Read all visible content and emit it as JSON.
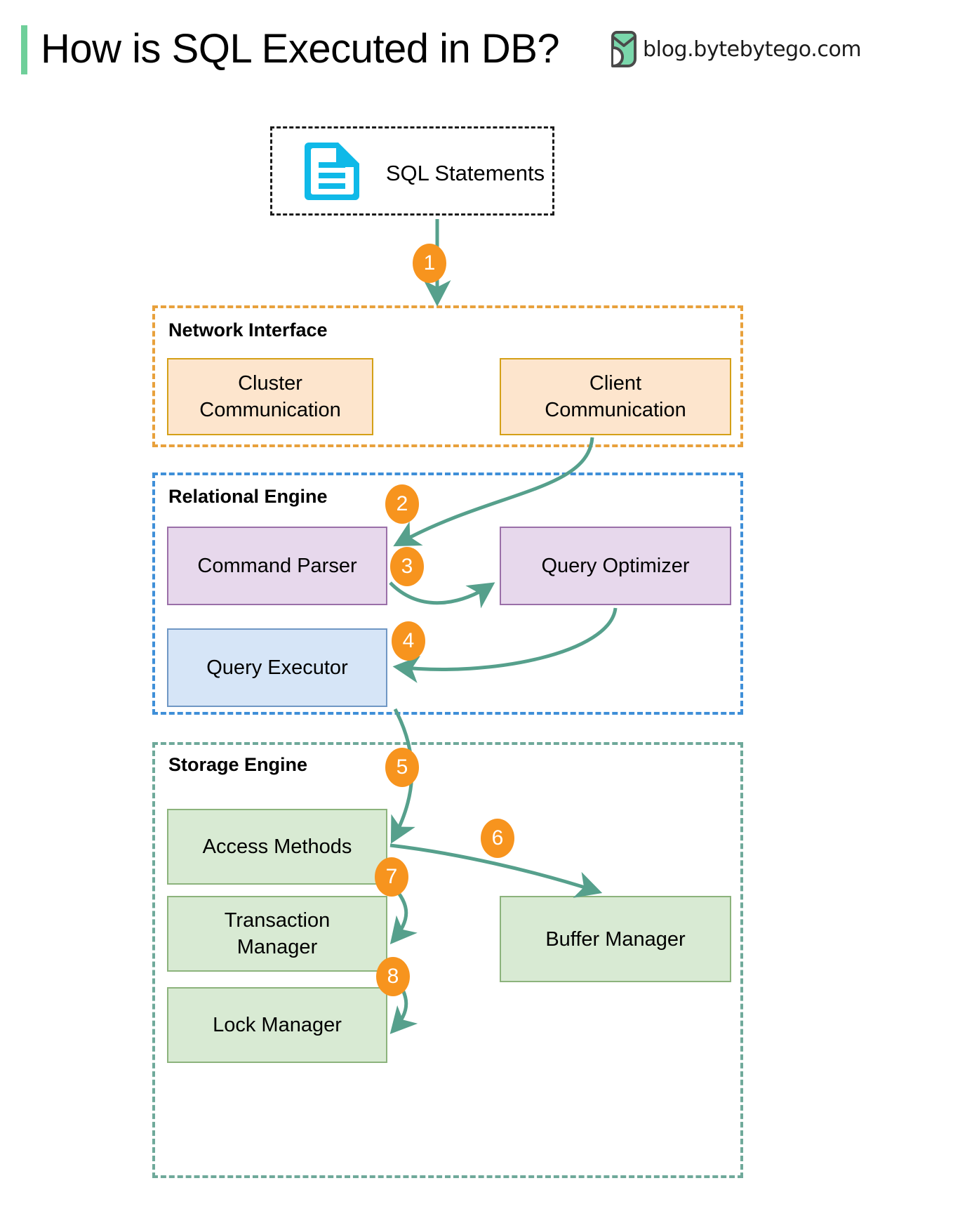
{
  "header": {
    "title": "How is SQL Executed in DB?",
    "brand_text": "blog.bytebytego.com",
    "accent_bar_color": "#6fcf9a",
    "logo_color": "#7ad7ab"
  },
  "source": {
    "label": "SQL Statements",
    "icon": "document-icon",
    "icon_color": "#0fb9e8"
  },
  "groups": [
    {
      "id": "network-interface",
      "title": "Network Interface",
      "border_color": "#e8a13c",
      "nodes": [
        {
          "id": "cluster-communication",
          "label": "Cluster\nCommunication",
          "fill": "#fde5cd",
          "stroke": "#d4a017"
        },
        {
          "id": "client-communication",
          "label": "Client\nCommunication",
          "fill": "#fde5cd",
          "stroke": "#d4a017"
        }
      ]
    },
    {
      "id": "relational-engine",
      "title": "Relational Engine",
      "border_color": "#3f8fd8",
      "nodes": [
        {
          "id": "command-parser",
          "label": "Command Parser",
          "fill": "#e7d8ec",
          "stroke": "#9a6fa8"
        },
        {
          "id": "query-optimizer",
          "label": "Query Optimizer",
          "fill": "#e7d8ec",
          "stroke": "#9a6fa8"
        },
        {
          "id": "query-executor",
          "label": "Query Executor",
          "fill": "#d6e5f7",
          "stroke": "#6f97c4"
        }
      ]
    },
    {
      "id": "storage-engine",
      "title": "Storage Engine",
      "border_color": "#6fa99a",
      "nodes": [
        {
          "id": "access-methods",
          "label": "Access Methods",
          "fill": "#d8ead3",
          "stroke": "#8cb37c"
        },
        {
          "id": "transaction-manager",
          "label": "Transaction\nManager",
          "fill": "#d8ead3",
          "stroke": "#8cb37c"
        },
        {
          "id": "lock-manager",
          "label": "Lock Manager",
          "fill": "#d8ead3",
          "stroke": "#8cb37c"
        },
        {
          "id": "buffer-manager",
          "label": "Buffer Manager",
          "fill": "#d8ead3",
          "stroke": "#8cb37c"
        }
      ]
    }
  ],
  "steps": [
    {
      "n": "1",
      "from": "sql-statements",
      "to": "network-interface"
    },
    {
      "n": "2",
      "from": "client-communication",
      "to": "command-parser"
    },
    {
      "n": "3",
      "from": "command-parser",
      "to": "query-optimizer"
    },
    {
      "n": "4",
      "from": "query-optimizer",
      "to": "query-executor"
    },
    {
      "n": "5",
      "from": "query-executor",
      "to": "access-methods"
    },
    {
      "n": "6",
      "from": "access-methods",
      "to": "buffer-manager"
    },
    {
      "n": "7",
      "from": "access-methods",
      "to": "transaction-manager"
    },
    {
      "n": "8",
      "from": "transaction-manager",
      "to": "lock-manager"
    }
  ],
  "labels": {
    "network_interface": "Network Interface",
    "relational_engine": "Relational Engine",
    "storage_engine": "Storage Engine",
    "cluster_communication_l1": "Cluster",
    "cluster_communication_l2": "Communication",
    "client_communication_l1": "Client",
    "client_communication_l2": "Communication",
    "command_parser": "Command Parser",
    "query_optimizer": "Query Optimizer",
    "query_executor": "Query Executor",
    "access_methods": "Access Methods",
    "transaction_manager_l1": "Transaction",
    "transaction_manager_l2": "Manager",
    "lock_manager": "Lock Manager",
    "buffer_manager": "Buffer Manager",
    "sql_statements": "SQL Statements",
    "step1": "1",
    "step2": "2",
    "step3": "3",
    "step4": "4",
    "step5": "5",
    "step6": "6",
    "step7": "7",
    "step8": "8"
  },
  "colors": {
    "arrow": "#56a08c",
    "badge": "#f7941e",
    "badge_text": "#ffffff"
  }
}
